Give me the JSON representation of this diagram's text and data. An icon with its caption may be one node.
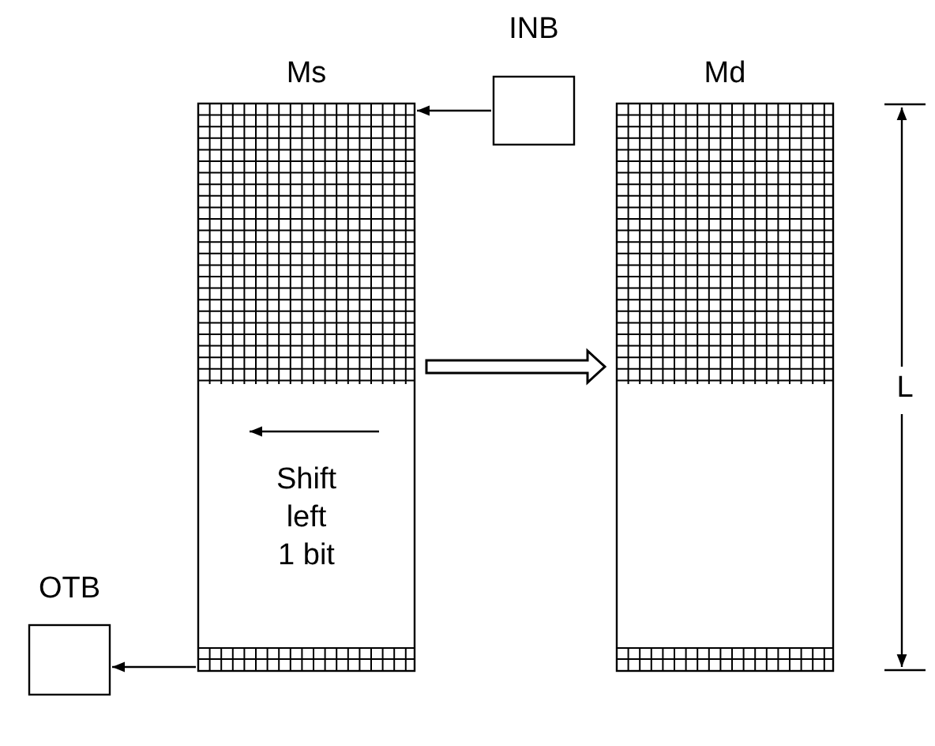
{
  "diagram": {
    "nodes": [
      {
        "text": [
          "Ms"
        ]
      },
      {
        "text": [
          "INB"
        ]
      },
      {
        "text": [
          "OTB"
        ]
      },
      {
        "text": [
          "Md"
        ]
      }
    ],
    "edges": [
      {
        "from": 1,
        "to": 0,
        "arrow": "to"
      },
      {
        "from": 0,
        "to": 2,
        "arrow": "to"
      },
      {
        "from": 0,
        "to": 3,
        "arrow": "to"
      }
    ],
    "labels": [
      "Shift left 1 bit",
      "L"
    ]
  }
}
